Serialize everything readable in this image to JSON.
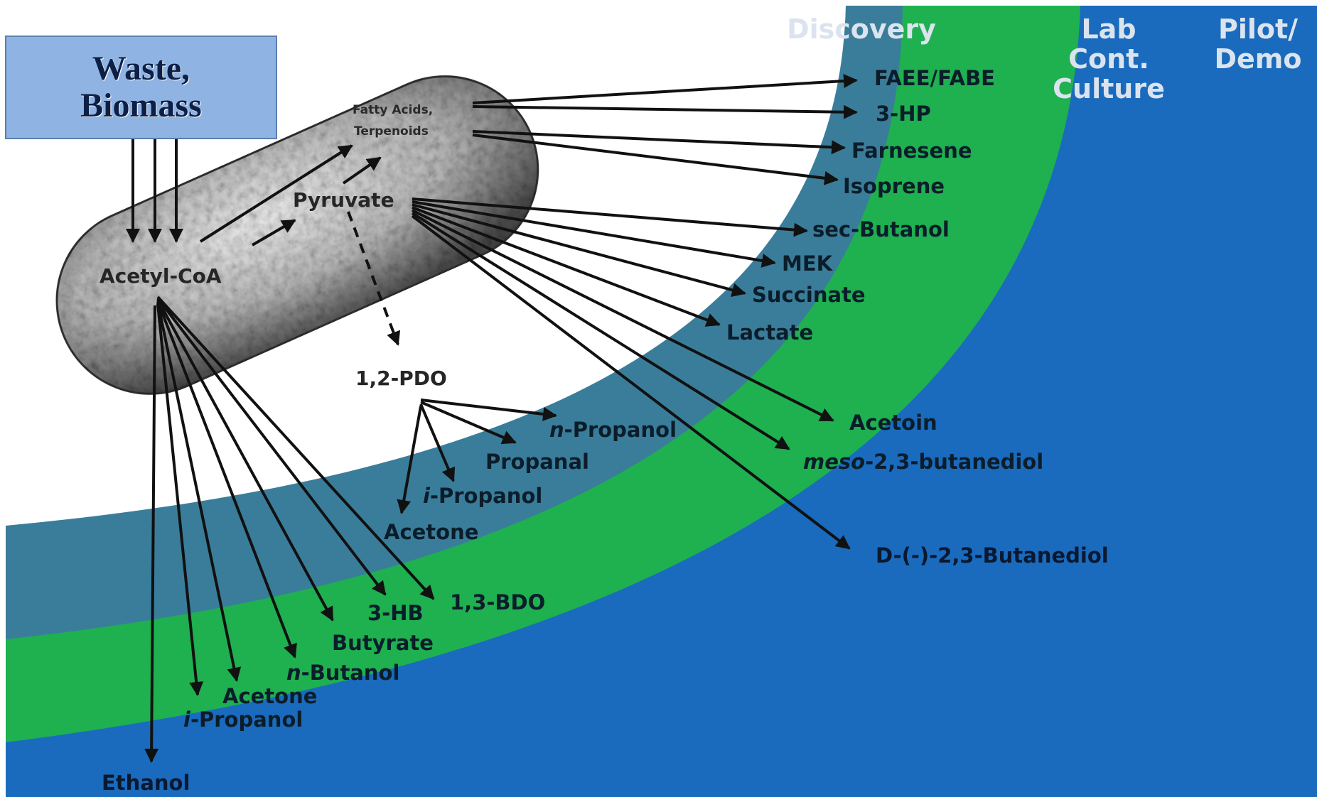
{
  "source": {
    "line1": "Waste,",
    "line2": "Biomass"
  },
  "stages": {
    "discovery": "Discovery",
    "lab_1": "Lab",
    "lab_2": "Cont.",
    "lab_3": "Culture",
    "pilot_1": "Pilot/",
    "pilot_2": "Demo"
  },
  "nodes": {
    "acetyl_coa": "Acetyl-CoA",
    "pyruvate": "Pyruvate",
    "fatty_1": "Fatty Acids,",
    "fatty_2": "Terpenoids",
    "pdo": "1,2-PDO"
  },
  "products": {
    "faee": "FAEE/FABE",
    "hp3": "3-HP",
    "farnesene": "Farnesene",
    "isoprene": "Isoprene",
    "sec_butanol": "sec-Butanol",
    "mek": "MEK",
    "succinate": "Succinate",
    "lactate": "Lactate",
    "acetoin": "Acetoin",
    "meso_prefix": "meso",
    "meso_rest": "-2,3-butanediol",
    "d_butanediol": "D-(-)-2,3-Butanediol",
    "n_propanol_prefix": "n",
    "n_propanol_rest": "-Propanol",
    "propanal": "Propanal",
    "i_propanol_prefix": "i",
    "i_propanol_rest": "-Propanol",
    "acetone_pdo": "Acetone",
    "bdo13": "1,3-BDO",
    "hb3": "3-HB",
    "butyrate": "Butyrate",
    "n_butanol_prefix": "n",
    "n_butanol_rest": "-Butanol",
    "acetone": "Acetone",
    "i_propanol2_prefix": "i",
    "i_propanol2_rest": "-Propanol",
    "ethanol": "Ethanol"
  },
  "colors": {
    "discovery_band": "#3a7d9a",
    "lab_band": "#1fb050",
    "pilot_band": "#1a6bbd",
    "cell": "#cfcfcf"
  }
}
